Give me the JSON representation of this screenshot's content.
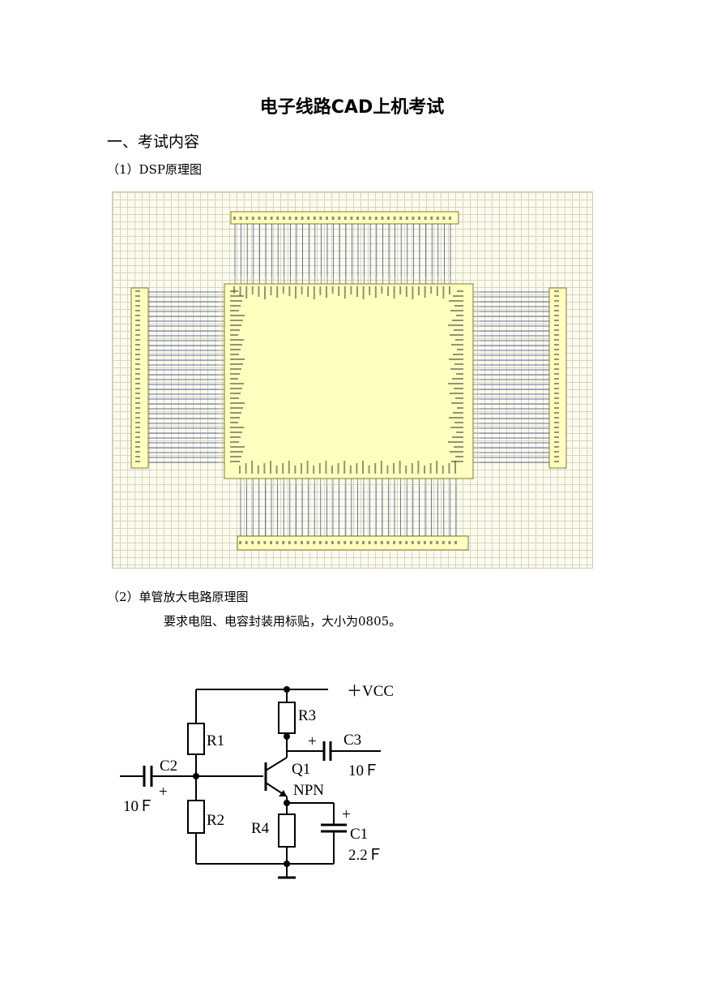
{
  "document": {
    "title": "电子线路CAD上机考试",
    "section_heading": "一、考试内容",
    "sub1": "（1）DSP原理图",
    "sub2": "（2）单管放大电路原理图",
    "requirement": "要求电阻、电容封装用标贴，大小为0805。"
  },
  "circuit": {
    "vcc": "＋VCC",
    "r1": "R1",
    "r2": "R2",
    "r3": "R3",
    "r4": "R4",
    "c1": "C1",
    "c1_value": "2.2Ｆ",
    "c2": "C2",
    "c2_value": "10Ｆ",
    "c3": "C3",
    "c3_value": "10Ｆ",
    "q1": "Q1",
    "q1_type": "NPN",
    "plus": "+"
  }
}
